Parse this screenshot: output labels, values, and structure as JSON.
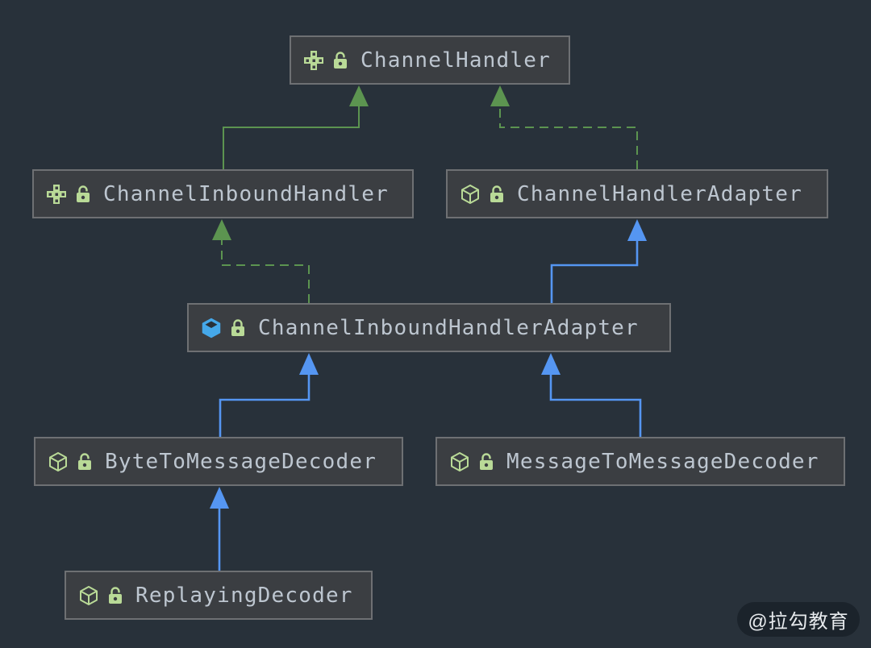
{
  "diagram": {
    "nodes": [
      {
        "id": "ChannelHandler",
        "label": "ChannelHandler",
        "kind": "interface",
        "lock": "open"
      },
      {
        "id": "ChannelInboundHandler",
        "label": "ChannelInboundHandler",
        "kind": "interface",
        "lock": "open"
      },
      {
        "id": "ChannelHandlerAdapter",
        "label": "ChannelHandlerAdapter",
        "kind": "class",
        "lock": "open"
      },
      {
        "id": "ChannelInboundHandlerAdapter",
        "label": "ChannelInboundHandlerAdapter",
        "kind": "class-highlighted",
        "lock": "closed"
      },
      {
        "id": "ByteToMessageDecoder",
        "label": "ByteToMessageDecoder",
        "kind": "class",
        "lock": "open"
      },
      {
        "id": "MessageToMessageDecoder",
        "label": "MessageToMessageDecoder",
        "kind": "class",
        "lock": "open"
      },
      {
        "id": "ReplayingDecoder",
        "label": "ReplayingDecoder",
        "kind": "class",
        "lock": "open"
      }
    ],
    "edges": [
      {
        "from": "ChannelInboundHandler",
        "to": "ChannelHandler",
        "type": "extends",
        "style": "solid",
        "color": "green"
      },
      {
        "from": "ChannelHandlerAdapter",
        "to": "ChannelHandler",
        "type": "implements",
        "style": "dashed",
        "color": "green"
      },
      {
        "from": "ChannelInboundHandlerAdapter",
        "to": "ChannelInboundHandler",
        "type": "implements",
        "style": "dashed",
        "color": "green"
      },
      {
        "from": "ChannelInboundHandlerAdapter",
        "to": "ChannelHandlerAdapter",
        "type": "extends",
        "style": "solid",
        "color": "blue"
      },
      {
        "from": "ByteToMessageDecoder",
        "to": "ChannelInboundHandlerAdapter",
        "type": "extends",
        "style": "solid",
        "color": "blue"
      },
      {
        "from": "MessageToMessageDecoder",
        "to": "ChannelInboundHandlerAdapter",
        "type": "extends",
        "style": "solid",
        "color": "blue"
      },
      {
        "from": "ReplayingDecoder",
        "to": "ByteToMessageDecoder",
        "type": "extends",
        "style": "solid",
        "color": "blue"
      }
    ],
    "colors": {
      "bg": "#28313A",
      "node-bg": "#3B3E42",
      "node-border": "#6E7073",
      "node-text": "#BDC6D0",
      "green": "#5C9450",
      "icon-green": "#B9DA97",
      "blue": "#5596F2",
      "icon-blue": "#45A8EA",
      "watermark-bg": "#1B232B",
      "watermark-text": "#E6E9EC"
    },
    "watermark": "@拉勾教育"
  }
}
